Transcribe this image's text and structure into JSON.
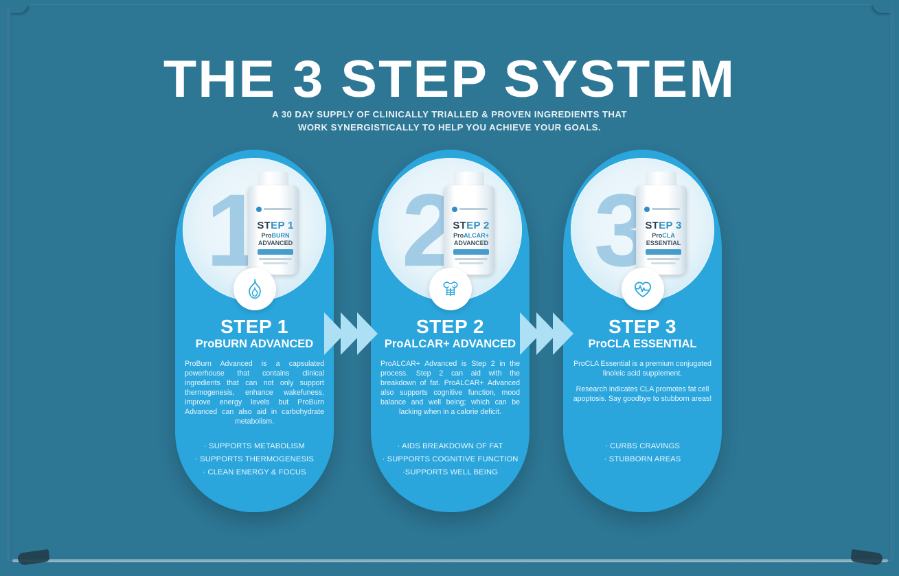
{
  "header": {
    "title": "THE 3 STEP SYSTEM",
    "subtitle_line1": "A 30 DAY SUPPLY OF CLINICALLY TRIALLED & PROVEN INGREDIENTS THAT",
    "subtitle_line2": "WORK SYNERGISTICALLY TO HELP YOU ACHIEVE YOUR GOALS."
  },
  "colors": {
    "background_teal": "#2d7694",
    "card_blue": "#2ba6dd",
    "arrow_blue": "#aee0f5",
    "circle_pale": "#e7f4fa",
    "watermark_number": "#9fc9e4",
    "text_white": "#ffffff"
  },
  "steps": [
    {
      "number": "1",
      "watermark": "1",
      "icon": "flame-icon",
      "title": "STEP 1",
      "product": "ProBURN ADVANCED",
      "bottle": {
        "step_label_prefix": "ST",
        "step_label_accent": "EP 1",
        "name_prefix": "Pro",
        "name_accent": "BURN",
        "name_line2": "ADVANCED"
      },
      "description": [
        "ProBurn Advanced is a capsulated powerhouse that contains clinical ingredients that can not only support thermogenesis, enhance wakefuness, improve energy levels but ProBurn Advanced can also aid in carbohydrate metabolism."
      ],
      "bullets": [
        "· SUPPORTS METABOLISM",
        "· SUPPORTS THERMOGENESIS",
        "· CLEAN ENERGY & FOCUS"
      ]
    },
    {
      "number": "2",
      "watermark": "2",
      "icon": "torso-abs-icon",
      "title": "STEP 2",
      "product": "ProALCAR+ ADVANCED",
      "bottle": {
        "step_label_prefix": "ST",
        "step_label_accent": "EP 2",
        "name_prefix": "Pro",
        "name_accent": "ALCAR+",
        "name_line2": "ADVANCED"
      },
      "description": [
        "ProALCAR+ Advanced is Step 2 in the process. Step 2 can aid with the breakdown of fat.   ProALCAR+ Advanced also supports cognitive function, mood balance and well being; which can be lacking when in a calorie deficit."
      ],
      "bullets": [
        "· AIDS BREAKDOWN OF FAT",
        "· SUPPORTS COGNITIVE FUNCTION",
        "·SUPPORTS WELL BEING"
      ]
    },
    {
      "number": "3",
      "watermark": "3",
      "icon": "heart-pulse-icon",
      "title": "STEP 3",
      "product": "ProCLA ESSENTIAL",
      "bottle": {
        "step_label_prefix": "ST",
        "step_label_accent": "EP 3",
        "name_prefix": "Pro",
        "name_accent": "CLA",
        "name_line2": "ESSENTIAL"
      },
      "description": [
        "ProCLA Essential is a premium conjugated linoleic acid supplement.",
        "Research indicates CLA promotes fat cell apoptosis. Say goodbye to stubborn areas!"
      ],
      "bullets": [
        "· CURBS CRAVINGS",
        "·  STUBBORN AREAS"
      ]
    }
  ],
  "arrows": {
    "glyph": "chevron-right",
    "count_per_group": 3,
    "groups": 2
  }
}
